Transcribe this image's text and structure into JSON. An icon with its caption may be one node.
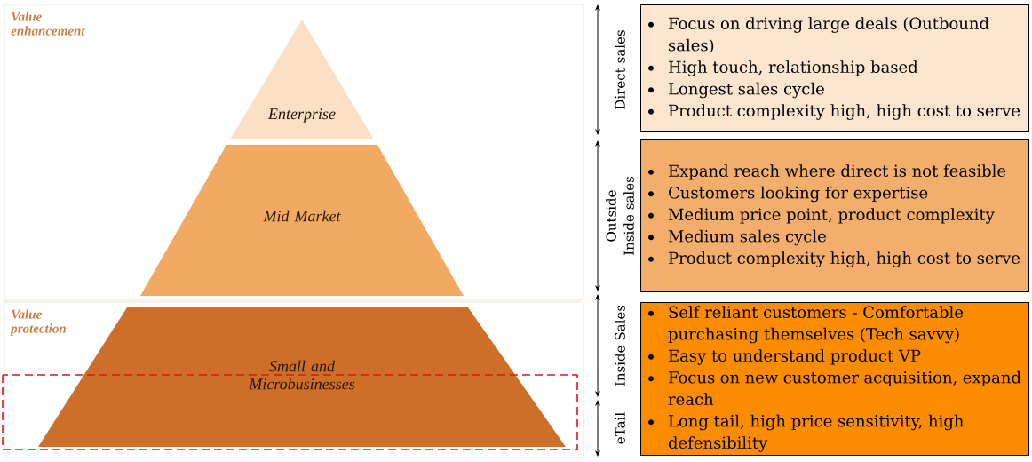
{
  "diagram": {
    "nodes": [
      {
        "text": [
          "Value enhancement"
        ]
      },
      {
        "text": [
          "Enterprise"
        ],
        "in": 0
      },
      {
        "text": [
          "Mid Market"
        ],
        "in": 0
      },
      {
        "text": [
          "Value protection"
        ]
      },
      {
        "text": [
          "Small and Microbusinesses"
        ],
        "in": 3
      },
      {
        "text": [
          "Focus on driving large deals (Outbound sales)",
          "High touch, relationship based",
          "Longest sales cycle",
          "Product complexity high, high cost to serve"
        ]
      },
      {
        "text": [
          "Expand reach where direct is not feasible",
          "Customers looking for expertise",
          "Medium price point, product complexity",
          "Medium sales cycle",
          "Product complexity high, high cost to serve"
        ]
      },
      {
        "text": [
          "Self reliant customers - Comfortable purchasing themselves (Tech savvy)",
          "Easy to understand product VP",
          "Focus on new customer acquisition, expand reach",
          "Long tail, high price sensitivity, high defensibility"
        ]
      }
    ],
    "labels": [
      "Direct sales",
      "Outside Inside sales",
      "Inside Sales",
      "eTail"
    ]
  }
}
